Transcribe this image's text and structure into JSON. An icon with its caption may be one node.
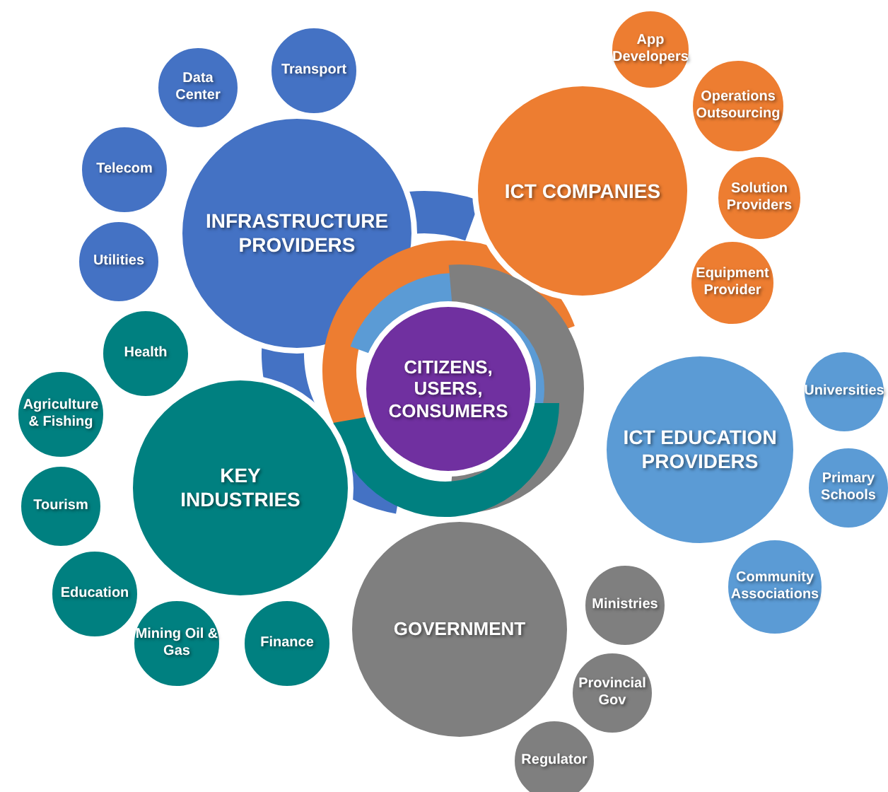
{
  "diagram": {
    "nodes": [
      {
        "text": [
          "Data Center"
        ]
      },
      {
        "text": [
          "Transport"
        ]
      },
      {
        "text": [
          "Telecom"
        ]
      },
      {
        "text": [
          "INFRASTRUCTURE PROVIDERS"
        ]
      },
      {
        "text": [
          "Utilities"
        ]
      },
      {
        "text": [
          "App Developers"
        ]
      },
      {
        "text": [
          "Operations Outsourcing"
        ]
      },
      {
        "text": [
          "ICT COMPANIES"
        ]
      },
      {
        "text": [
          "Solution Providers"
        ]
      },
      {
        "text": [
          "Equipment Provider"
        ]
      },
      {
        "text": [
          "Health"
        ]
      },
      {
        "text": [
          "CITIZENS, USERS, CONSUMERS"
        ]
      },
      {
        "text": [
          "Agriculture & Fishing"
        ]
      },
      {
        "text": [
          "Universities"
        ]
      },
      {
        "text": [
          "ICT EDUCATION PROVIDERS"
        ]
      },
      {
        "text": [
          "KEY INDUSTRIES"
        ]
      },
      {
        "text": [
          "Tourism"
        ]
      },
      {
        "text": [
          "Primary Schools"
        ]
      },
      {
        "text": [
          "Community Associations"
        ]
      },
      {
        "text": [
          "Education"
        ]
      },
      {
        "text": [
          "Ministries"
        ]
      },
      {
        "text": [
          "GOVERNMENT"
        ]
      },
      {
        "text": [
          "Mining Oil & Gas"
        ]
      },
      {
        "text": [
          "Finance"
        ]
      },
      {
        "text": [
          "Provincial Gov"
        ]
      },
      {
        "text": [
          "Regulator"
        ]
      }
    ]
  }
}
